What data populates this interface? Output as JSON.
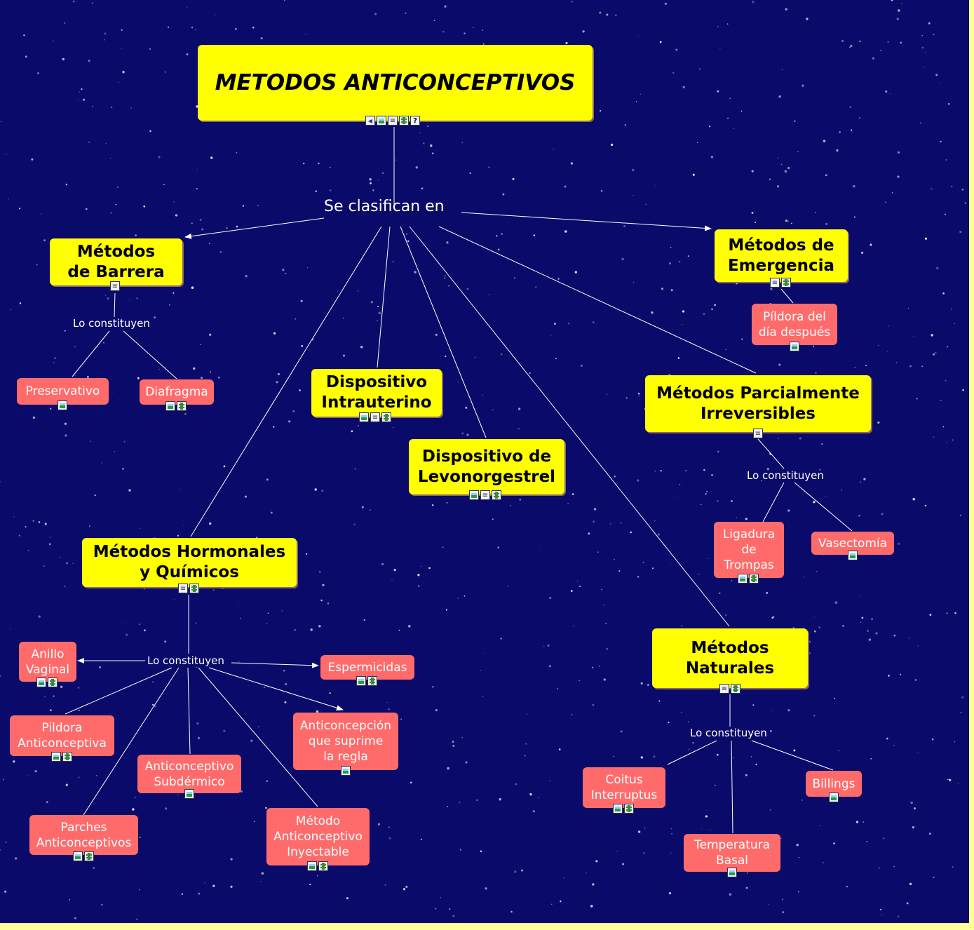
{
  "title": "METODOS ANTICONCEPTIVOS",
  "colors": {
    "background": "#0a0a6a",
    "main_node": "#ffff00",
    "sub_node": "#ff6b6b",
    "frame": "#ffff99"
  },
  "link_labels": {
    "se_clasifican": "Se clasifican en",
    "barrera": "Lo constituyen",
    "hormonales": "Lo constituyen",
    "parcialmente": "Lo constituyen",
    "naturales": "Lo constituyen"
  },
  "categories": {
    "barrera": "Métodos\nde Barrera",
    "emergencia": "Métodos de\nEmergencia",
    "diu": "Dispositivo\nIntrauterino",
    "levonorgestrel": "Dispositivo de\nLevonorgestrel",
    "parcialmente": "Métodos Parcialmente\nIrreversibles",
    "hormonales": "Métodos Hormonales\ny Químicos",
    "naturales": "Métodos\nNaturales"
  },
  "items": {
    "preservativo": "Preservativo",
    "diafragma": "Diafragma",
    "pildora_dia_despues": "Píldora del\ndía después",
    "ligadura": "Ligadura\nde\nTrompas",
    "vasectomia": "Vasectomía",
    "anillo": "Anillo\nVaginal",
    "espermicidas": "Espermicidas",
    "pildora_anticonceptiva": "Pildora\nAnticonceptiva",
    "anticoncepcion_regla": "Anticoncepción\nque suprime\nla regla",
    "subdermico": "Anticonceptivo\nSubdérmico",
    "parches": "Parches\nAnticonceptivos",
    "inyectable": "Método\nAnticonceptivo\nInyectable",
    "coitus": "Coitus\nInterruptus",
    "billings": "Billings",
    "temperatura": "Temperatura\nBasal"
  },
  "resource_icons": {
    "title": [
      "sound",
      "image",
      "doc",
      "video",
      "help"
    ],
    "barrera": [
      "doc"
    ],
    "emergencia": [
      "doc",
      "video"
    ],
    "diu": [
      "image",
      "doc",
      "video"
    ],
    "levonorgestrel": [
      "image",
      "doc",
      "video"
    ],
    "parcialmente": [
      "doc"
    ],
    "hormonales": [
      "doc",
      "video"
    ],
    "naturales": [
      "doc",
      "video"
    ],
    "preservativo": [
      "image"
    ],
    "diafragma": [
      "image",
      "video"
    ],
    "pildora_dia_despues": [
      "image"
    ],
    "ligadura": [
      "image",
      "video"
    ],
    "vasectomia": [
      "image"
    ],
    "anillo": [
      "image",
      "video"
    ],
    "espermicidas": [
      "image",
      "video"
    ],
    "pildora_anticonceptiva": [
      "image",
      "video"
    ],
    "anticoncepcion_regla": [
      "image"
    ],
    "subdermico": [
      "image"
    ],
    "parches": [
      "image",
      "video"
    ],
    "inyectable": [
      "image",
      "video"
    ],
    "coitus": [
      "image",
      "video"
    ],
    "billings": [
      "image"
    ],
    "temperatura": [
      "image"
    ]
  }
}
